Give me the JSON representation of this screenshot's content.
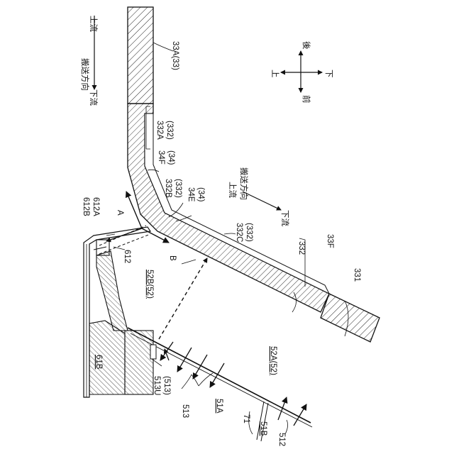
{
  "labels": {
    "l33a": "33A(33)",
    "l332a": "332A",
    "l332a_p": "(332)",
    "l34f": "34F",
    "l34f_p": "(34)",
    "l332b": "332B",
    "l332b_p": "(332)",
    "l34e": "34E",
    "l34e_p": "(34)",
    "l332c": "332C",
    "l332c_p": "(332)",
    "l332": "332",
    "l33f": "33F",
    "l331": "331",
    "l612b": "612B",
    "l612a": "612A",
    "l612": "612",
    "lA": "A",
    "lB": "B",
    "l52b": "52B(52)",
    "l61b": "61B",
    "l52a": "52A(52)",
    "l513u": "513U",
    "l513u_p": "(513)",
    "l513": "513",
    "l51a": "51A",
    "l71": "71",
    "l51b": "51B",
    "l512": "512"
  },
  "dir_top": {
    "upstream": "上流",
    "direction": "搬送方向",
    "downstream": "下流"
  },
  "dir_mid": {
    "upstream": "上流",
    "direction": "搬送方向",
    "downstream": "下流"
  },
  "compass": {
    "back": "後",
    "front": "前",
    "up": "上",
    "down": "下"
  }
}
